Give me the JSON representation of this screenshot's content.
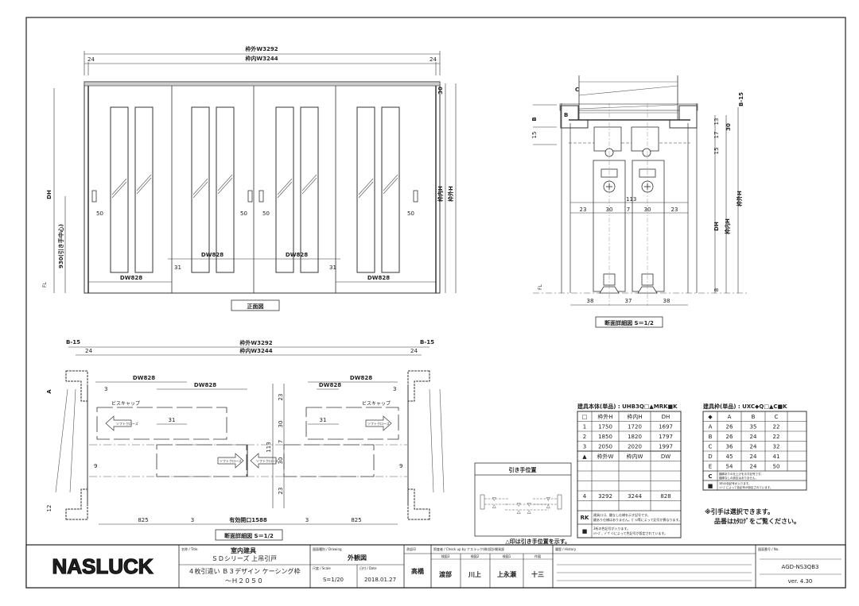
{
  "front_view": {
    "label": "正面図",
    "dim_outer_w": "枠外W3292",
    "dim_inner_w": "枠内W3244",
    "dim_side_left": "24",
    "dim_side_right": "24",
    "dim_top": "30",
    "dim_dh": "DH",
    "dim_handle_height": "930(引き手中心)",
    "dim_inner_h": "枠内H",
    "dim_outer_h": "枠外H",
    "handle_offsets": [
      "50",
      "50",
      "50",
      "50"
    ],
    "overlap": [
      "31",
      "31"
    ],
    "door_widths": [
      "DW828",
      "DW828",
      "DW828",
      "DW828"
    ],
    "fl_label": "FL"
  },
  "section_right": {
    "label": "断面詳細図 S＝1/2",
    "dim_c": "C",
    "dim_b_top": "B",
    "dim_b_inner": "B",
    "dim_15": "15",
    "dim_b15": "B-15",
    "dim_13": "13",
    "dim_17": "17",
    "dim_30": "30",
    "dim_15b": "15",
    "dim_113": "113",
    "row_widths": [
      "23",
      "30",
      "7",
      "30",
      "23"
    ],
    "bottom_widths": [
      "38",
      "37",
      "38"
    ],
    "dim_dh": "DH",
    "dim_inner_h": "枠内H",
    "dim_outer_h": "枠外H",
    "dim_8": "8",
    "fl_label": "FL"
  },
  "plan_view": {
    "label": "断面詳細図 S＝1/2",
    "dim_outer_w": "枠外W3292",
    "dim_inner_w": "枠内W3244",
    "b15_left": "B-15",
    "b15_right": "B-15",
    "side_left": "24",
    "side_right": "24",
    "dw_labels": [
      "DW828",
      "DW828",
      "DW828",
      "DW828"
    ],
    "gap_3": [
      "3",
      "3"
    ],
    "screw_cap": [
      "ビスキャップ",
      "ビスキャップ"
    ],
    "soft_close": [
      "ソフトクローズ",
      "ソフトクローズ",
      "ソフトクローズ",
      "ソフトクローズ"
    ],
    "overlap": [
      "31",
      "31"
    ],
    "offset_9": [
      "9",
      "9"
    ],
    "dim_a": "A",
    "dim_12": "12",
    "vert_dims": [
      "23",
      "30",
      "7",
      "30",
      "23"
    ],
    "dim_113": "113",
    "bottom": [
      "825",
      "3",
      "有効開口1588",
      "3",
      "825"
    ]
  },
  "handle_position": {
    "title": "引き手位置",
    "note": "△印は引き手位置を示す。"
  },
  "body_table": {
    "title": "建具本体(単品) : UHB3Q□▲MRK■K",
    "header1": [
      "□",
      "枠外H",
      "枠内H",
      "DH"
    ],
    "rows1": [
      [
        "1",
        "1750",
        "1720",
        "1697"
      ],
      [
        "2",
        "1850",
        "1820",
        "1797"
      ],
      [
        "3",
        "2050",
        "2020",
        "1997"
      ]
    ],
    "header2": [
      "▲",
      "枠外W",
      "枠内W",
      "DW"
    ],
    "rows2": [
      [
        "",
        "",
        "",
        ""
      ],
      [
        "",
        "",
        "",
        ""
      ],
      [
        "",
        "",
        "",
        ""
      ],
      [
        "4",
        "3292",
        "3244",
        "828"
      ],
      [
        "",
        "",
        "",
        ""
      ]
    ],
    "notes": [
      {
        "key": "RK",
        "text1": "建具ロゴ、鍵なし仕様を示す記号です。",
        "text2": "鍵あり仕様はありません。ｶﾞﾗｽ等によって記号が異なります。"
      },
      {
        "key": "■",
        "text1": "3桁の色記号が入ります。",
        "text2": "ｼﾘｰｽﾞ、ﾃﾞｻﾞｲﾝによって色記号が設定されています。"
      }
    ]
  },
  "frame_table": {
    "title": "建具枠(単品) : UXC◆Q□▲C■K",
    "header": [
      "◆",
      "A",
      "B",
      "C",
      ""
    ],
    "rows": [
      [
        "A",
        "26",
        "35",
        "22",
        ""
      ],
      [
        "B",
        "26",
        "24",
        "22",
        ""
      ],
      [
        "C",
        "36",
        "24",
        "32",
        ""
      ],
      [
        "D",
        "45",
        "24",
        "41",
        ""
      ],
      [
        "E",
        "54",
        "24",
        "50",
        ""
      ]
    ],
    "notes": [
      {
        "key": "C",
        "text1": "額縁ありの仕上げを示す記号です。",
        "text2": "額縁なしの設定はありません。"
      },
      {
        "key": "■",
        "text1": "3桁の色記号が入ります。",
        "text2": "ｼﾘｰｽﾞによって色記号が設定されています。"
      }
    ],
    "remark1": "※引手は選択できます。",
    "remark2": "品番はｶﾀﾛｸﾞをご覧ください。"
  },
  "title_block": {
    "logo": "NASLUCK",
    "title_caption": "名称 / Title",
    "title_line1": "室内建具",
    "title_line2": "ＳＤシリーズ 上吊引戸",
    "title_line3": "４枚引違い Ｂ３デザイン ケーシング枠",
    "title_line4": "～Ｈ２０５０",
    "drawing_caption": "図面種別 / Drawing",
    "drawing_type": "外観図",
    "scale_caption": "尺度 / Scale",
    "scale": "S=1/20",
    "date_caption": "日付 / Date",
    "date": "2018.01.27",
    "approved_caption": "承認印",
    "approved": "高橋",
    "check_caption": "照査者 / Check up by ナスラック(株)設計開発部",
    "checkers": [
      {
        "role": "検図3",
        "name": "渡部"
      },
      {
        "role": "検図2",
        "name": "川上"
      },
      {
        "role": "検図1",
        "name": "上永瀬"
      },
      {
        "role": "作図",
        "name": "十三"
      }
    ],
    "history_caption": "履歴 / History",
    "number_caption": "図面番号 / No.",
    "number": "AGD-NS3QB3",
    "version": "ver. 4.30"
  }
}
